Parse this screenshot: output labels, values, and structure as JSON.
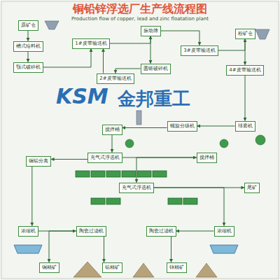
{
  "diagram": {
    "title": "铜铅锌浮选厂生产线流程图",
    "nodes": [
      {
        "text": [
          "原矿仓"
        ]
      },
      {
        "text": [
          "槽式给料机"
        ]
      },
      {
        "text": [
          "颚式破碎机"
        ]
      },
      {
        "text": [
          "1#皮带输送机"
        ]
      },
      {
        "text": [
          "振动筛"
        ]
      },
      {
        "text": [
          "圆锥破碎机"
        ]
      },
      {
        "text": [
          "2#皮带输送机"
        ]
      },
      {
        "text": [
          "3#皮带输送机"
        ]
      },
      {
        "text": [
          "粉矿仓"
        ]
      },
      {
        "text": [
          "4#皮带输送机"
        ]
      },
      {
        "text": [
          "球磨机"
        ]
      },
      {
        "text": [
          "螺旋分级机"
        ]
      },
      {
        "text": [
          "搅拌桶"
        ]
      },
      {
        "text": [
          "充气式浮选机"
        ]
      },
      {
        "text": [
          "铜铅分离"
        ]
      },
      {
        "text": [
          "搅拌桶"
        ]
      },
      {
        "text": [
          "充气式浮选机"
        ]
      },
      {
        "text": [
          "尾矿"
        ]
      },
      {
        "text": [
          "浓缩机"
        ]
      },
      {
        "text": [
          "陶瓷过滤机"
        ]
      },
      {
        "text": [
          "浓缩机"
        ]
      },
      {
        "text": [
          "陶瓷过滤机"
        ]
      },
      {
        "text": [
          "铜精矿"
        ]
      },
      {
        "text": [
          "铅精矿"
        ]
      },
      {
        "text": [
          "锌精矿"
        ]
      }
    ],
    "edges": [
      {
        "from": 0,
        "to": 1,
        "arrow": "to"
      },
      {
        "from": 1,
        "to": 2,
        "arrow": "to"
      },
      {
        "from": 2,
        "to": 3,
        "arrow": "to"
      },
      {
        "from": 3,
        "to": 4,
        "arrow": "to"
      },
      {
        "from": 4,
        "to": 5,
        "arrow": "to"
      },
      {
        "from": 5,
        "to": 6,
        "arrow": "to"
      },
      {
        "from": 6,
        "to": 3,
        "arrow": "to"
      },
      {
        "from": 4,
        "to": 7,
        "arrow": "to"
      },
      {
        "from": 7,
        "to": 8,
        "arrow": "to"
      },
      {
        "from": 8,
        "to": 9,
        "arrow": "to"
      },
      {
        "from": 9,
        "to": 10,
        "arrow": "to"
      },
      {
        "from": 10,
        "to": 11,
        "arrow": "to"
      },
      {
        "from": 11,
        "to": 12,
        "arrow": "to"
      },
      {
        "from": 12,
        "to": 13,
        "arrow": "to"
      },
      {
        "from": 13,
        "to": 14,
        "arrow": "to"
      },
      {
        "from": 13,
        "to": 15,
        "arrow": "to"
      },
      {
        "from": 15,
        "to": 16,
        "arrow": "to"
      },
      {
        "from": 16,
        "to": 17,
        "arrow": "to"
      },
      {
        "from": 16,
        "to": 20,
        "arrow": "to"
      },
      {
        "from": 14,
        "to": 18,
        "arrow": "to"
      },
      {
        "from": 18,
        "to": 19,
        "arrow": "to"
      },
      {
        "from": 19,
        "to": 22,
        "arrow": "to"
      },
      {
        "from": 19,
        "to": 23,
        "arrow": "to"
      },
      {
        "from": 20,
        "to": 21,
        "arrow": "to"
      },
      {
        "from": 21,
        "to": 24,
        "arrow": "to"
      }
    ],
    "labels": [
      "Production flow of copper, lead and zinc floatation plant",
      "KSM",
      "金邦重工"
    ]
  }
}
